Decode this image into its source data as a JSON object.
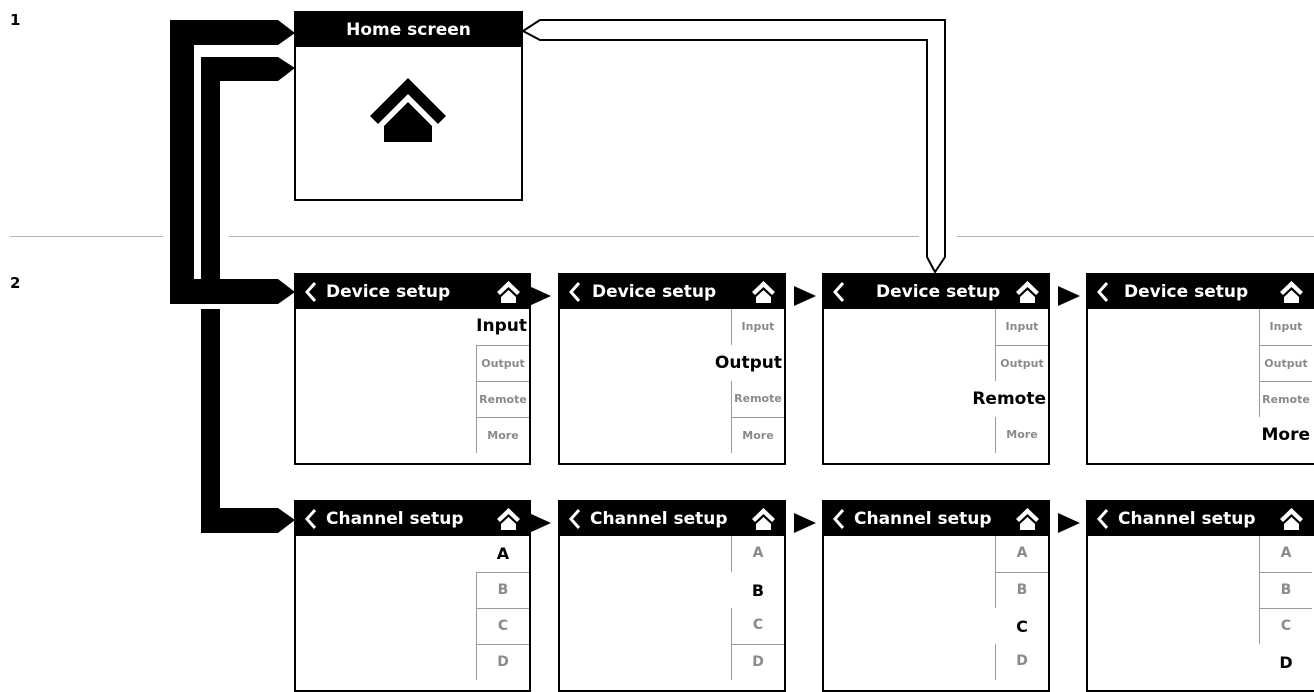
{
  "row_labels": [
    "1",
    "2"
  ],
  "home_screen": {
    "title": "Home screen"
  },
  "device_setup": {
    "title": "Device setup",
    "items": [
      "Input",
      "Output",
      "Remote",
      "More"
    ]
  },
  "channel_setup": {
    "title": "Channel setup",
    "items": [
      "A",
      "B",
      "C",
      "D"
    ]
  }
}
